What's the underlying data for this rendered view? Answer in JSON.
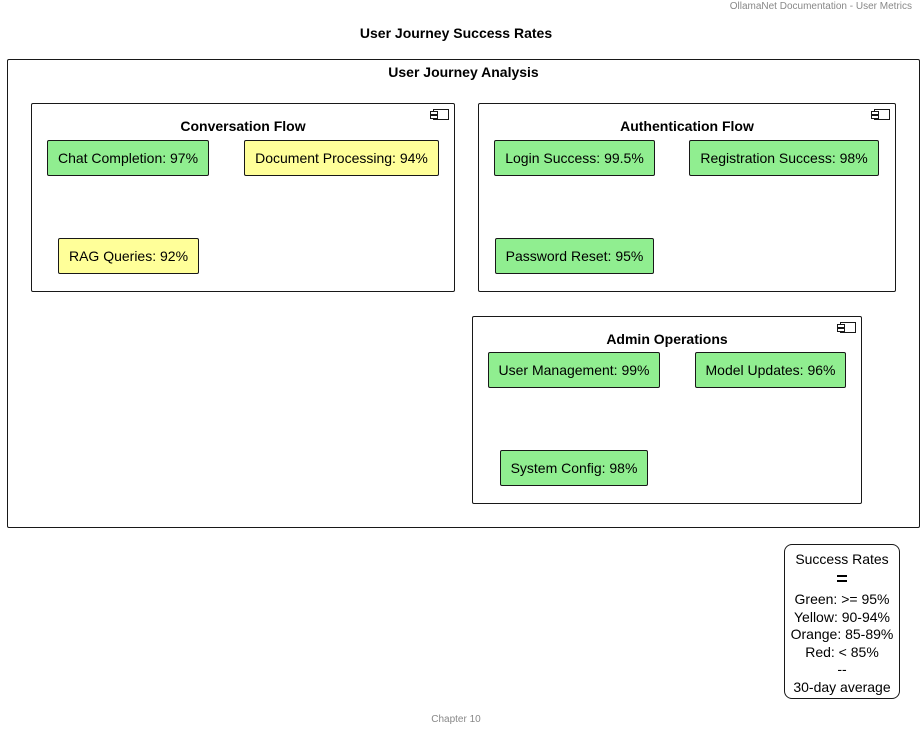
{
  "header": {
    "note": "OllamaNet Documentation - User Metrics"
  },
  "footer": {
    "note": "Chapter 10"
  },
  "title": "User Journey Success Rates",
  "diagram": {
    "frame_label": "User Journey Analysis",
    "colors": {
      "green": "#90EE90",
      "yellow": "#FFFF99",
      "border": "#181818"
    },
    "packages": [
      {
        "label": "Conversation Flow",
        "items": [
          {
            "label": "Chat Completion: 97%",
            "status": "green"
          },
          {
            "label": "Document Processing: 94%",
            "status": "yellow"
          },
          {
            "label": "RAG Queries: 92%",
            "status": "yellow"
          }
        ]
      },
      {
        "label": "Authentication Flow",
        "items": [
          {
            "label": "Login Success: 99.5%",
            "status": "green"
          },
          {
            "label": "Registration Success: 98%",
            "status": "green"
          },
          {
            "label": "Password Reset: 95%",
            "status": "green"
          }
        ]
      },
      {
        "label": "Admin Operations",
        "items": [
          {
            "label": "User Management: 99%",
            "status": "green"
          },
          {
            "label": "Model Updates: 96%",
            "status": "green"
          },
          {
            "label": "System Config: 98%",
            "status": "green"
          }
        ]
      }
    ]
  },
  "legend": {
    "title": "Success Rates",
    "lines": [
      "Green: >= 95%",
      "Yellow: 90-94%",
      "Orange: 85-89%",
      "Red: < 85%",
      "--",
      "30-day average"
    ]
  }
}
